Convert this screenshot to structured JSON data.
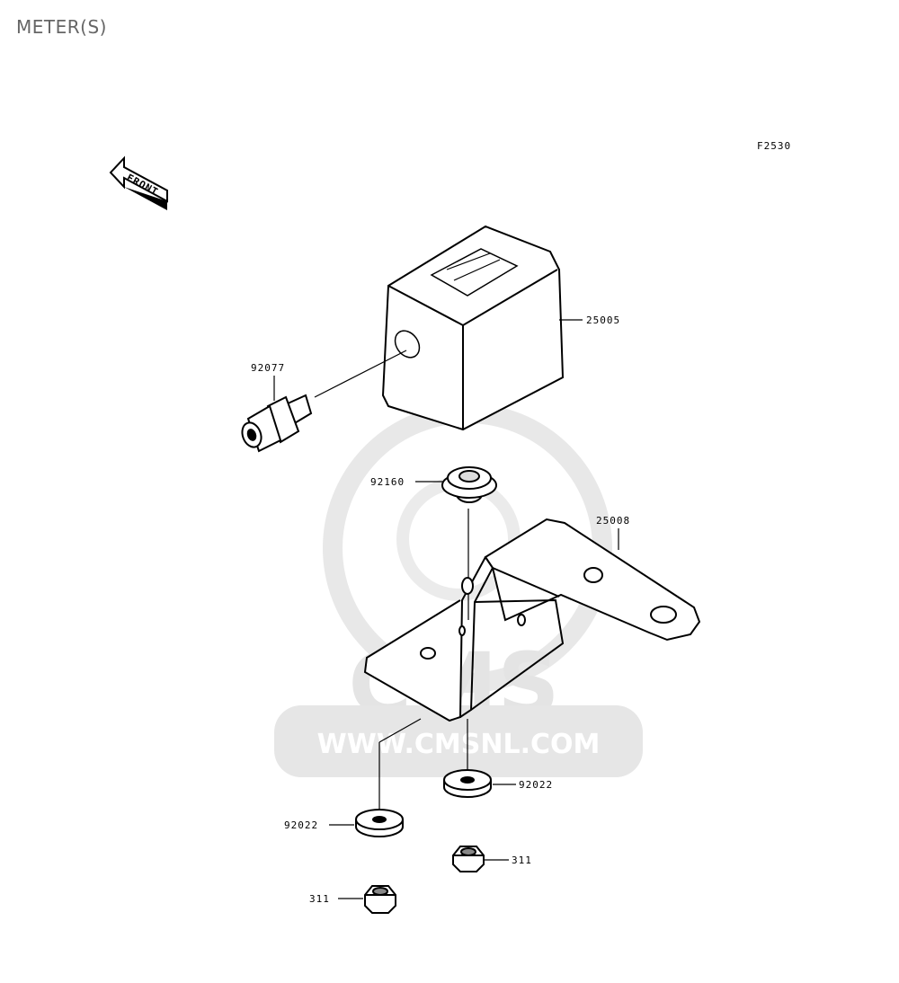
{
  "page": {
    "title": "METER(S)"
  },
  "diagram": {
    "figure_code": "F2530",
    "front_label": "FRONT",
    "parts": [
      {
        "id": "meter",
        "number": "25005"
      },
      {
        "id": "cable-fitting",
        "number": "92077"
      },
      {
        "id": "grommet",
        "number": "92160"
      },
      {
        "id": "bracket",
        "number": "25008"
      },
      {
        "id": "washer-right",
        "number": "92022"
      },
      {
        "id": "washer-left",
        "number": "92022"
      },
      {
        "id": "nut-right",
        "number": "311"
      },
      {
        "id": "nut-left",
        "number": "311"
      }
    ]
  },
  "watermark": {
    "logo_text": "CMS",
    "url_text": "WWW.CMSNL.COM",
    "color": "#e6e6e6"
  }
}
